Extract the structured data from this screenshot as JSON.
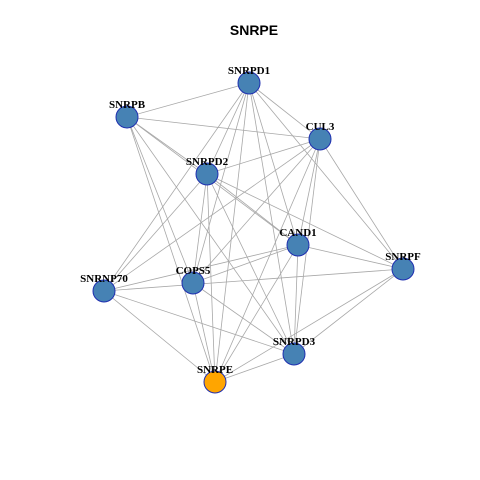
{
  "title": "SNRPE",
  "colors": {
    "node_fill": "#4682b4",
    "highlight_fill": "#ffa500",
    "node_stroke": "#1f2fb0",
    "edge": "#a8a8a8"
  },
  "nodes": [
    {
      "id": "SNRPD1",
      "label": "SNRPD1",
      "highlight": false
    },
    {
      "id": "SNRPB",
      "label": "SNRPB",
      "highlight": false
    },
    {
      "id": "CUL3",
      "label": "CUL3",
      "highlight": false
    },
    {
      "id": "SNRPD2",
      "label": "SNRPD2",
      "highlight": false
    },
    {
      "id": "CAND1",
      "label": "CAND1",
      "highlight": false
    },
    {
      "id": "SNRPF",
      "label": "SNRPF",
      "highlight": false
    },
    {
      "id": "SNRNP70",
      "label": "SNRNP70",
      "highlight": false
    },
    {
      "id": "COPS5",
      "label": "COPS5",
      "highlight": false
    },
    {
      "id": "SNRPD3",
      "label": "SNRPD3",
      "highlight": false
    },
    {
      "id": "SNRPE",
      "label": "SNRPE",
      "highlight": true
    }
  ],
  "edges": [
    [
      "SNRPD1",
      "SNRPB"
    ],
    [
      "SNRPD1",
      "CUL3"
    ],
    [
      "SNRPD1",
      "SNRPD2"
    ],
    [
      "SNRPD1",
      "CAND1"
    ],
    [
      "SNRPD1",
      "SNRPF"
    ],
    [
      "SNRPD1",
      "SNRNP70"
    ],
    [
      "SNRPD1",
      "COPS5"
    ],
    [
      "SNRPD1",
      "SNRPD3"
    ],
    [
      "SNRPD1",
      "SNRPE"
    ],
    [
      "SNRPB",
      "CUL3"
    ],
    [
      "SNRPB",
      "SNRPD2"
    ],
    [
      "SNRPB",
      "CAND1"
    ],
    [
      "SNRPB",
      "SNRPD3"
    ],
    [
      "SNRPB",
      "SNRPE"
    ],
    [
      "SNRPB",
      "COPS5"
    ],
    [
      "CUL3",
      "SNRPD2"
    ],
    [
      "CUL3",
      "SNRPF"
    ],
    [
      "CUL3",
      "COPS5"
    ],
    [
      "CUL3",
      "SNRNP70"
    ],
    [
      "CUL3",
      "SNRPE"
    ],
    [
      "CUL3",
      "SNRPD3"
    ],
    [
      "CUL3",
      "CAND1"
    ],
    [
      "SNRPD2",
      "CAND1"
    ],
    [
      "SNRPD2",
      "SNRPF"
    ],
    [
      "SNRPD2",
      "COPS5"
    ],
    [
      "SNRPD2",
      "SNRPE"
    ],
    [
      "SNRPD2",
      "SNRPD3"
    ],
    [
      "SNRPD2",
      "SNRNP70"
    ],
    [
      "CAND1",
      "SNRPF"
    ],
    [
      "CAND1",
      "COPS5"
    ],
    [
      "CAND1",
      "SNRNP70"
    ],
    [
      "CAND1",
      "SNRPE"
    ],
    [
      "CAND1",
      "SNRPD3"
    ],
    [
      "SNRPF",
      "SNRNP70"
    ],
    [
      "SNRPF",
      "SNRPE"
    ],
    [
      "SNRPF",
      "SNRPD3"
    ],
    [
      "SNRNP70",
      "SNRPD3"
    ],
    [
      "SNRNP70",
      "SNRPE"
    ],
    [
      "COPS5",
      "SNRPD3"
    ],
    [
      "COPS5",
      "SNRPE"
    ],
    [
      "SNRPD3",
      "SNRPE"
    ]
  ]
}
